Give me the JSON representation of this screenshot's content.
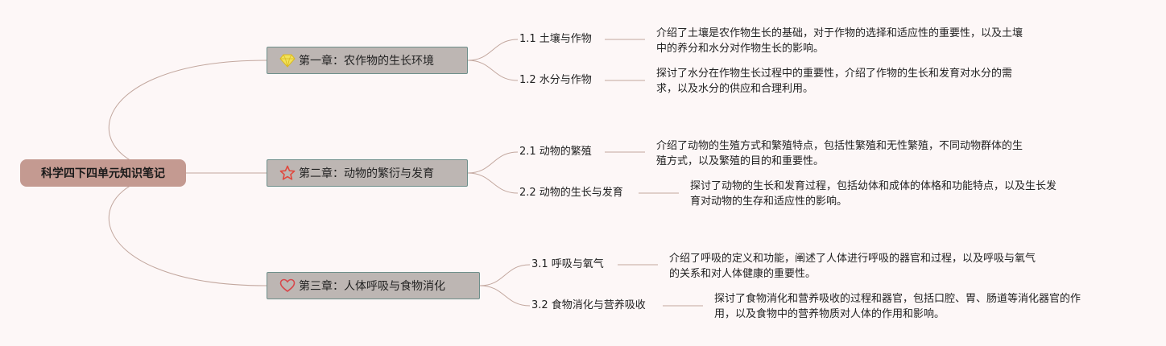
{
  "root": {
    "title": "科学四下四单元知识笔记"
  },
  "chapters": [
    {
      "title": "第一章：农作物的生长环境",
      "icon": "diamond-icon",
      "color": "#e8d540",
      "topics": [
        {
          "title": "1.1 土壤与作物",
          "desc": [
            "介绍了土壤是农作物生长的基础，对于作物的选择和适应性的重要性，以及土壤",
            "中的养分和水分对作物生长的影响。"
          ]
        },
        {
          "title": "1.2 水分与作物",
          "desc": [
            "探讨了水分在作物生长过程中的重要性，介绍了作物的生长和发育对水分的需",
            "求，以及水分的供应和合理利用。"
          ]
        }
      ]
    },
    {
      "title": "第二章：动物的繁衍与发育",
      "icon": "star-icon",
      "color": "#e0483e",
      "topics": [
        {
          "title": "2.1 动物的繁殖",
          "desc": [
            "介绍了动物的生殖方式和繁殖特点，包括性繁殖和无性繁殖，不同动物群体的生",
            "殖方式，以及繁殖的目的和重要性。"
          ]
        },
        {
          "title": "2.2 动物的生长与发育",
          "desc": [
            "探讨了动物的生长和发育过程，包括幼体和成体的体格和功能特点，以及生长发",
            "育对动物的生存和适应性的影响。"
          ]
        }
      ]
    },
    {
      "title": "第三章：人体呼吸与食物消化",
      "icon": "heart-icon",
      "color": "#d8474b",
      "topics": [
        {
          "title": "3.1 呼吸与氧气",
          "desc": [
            "介绍了呼吸的定义和功能，阐述了人体进行呼吸的器官和过程，以及呼吸与氧气",
            "的关系和对人体健康的重要性。"
          ]
        },
        {
          "title": "3.2 食物消化与营养吸收",
          "desc": [
            "探讨了食物消化和营养吸收的过程和器官，包括口腔、胃、肠道等消化器官的作",
            "用，以及食物中的营养物质对人体的作用和影响。"
          ]
        }
      ]
    }
  ],
  "colors": {
    "link": "#c2a79e",
    "root_fill": "#c49a91",
    "chapter_fill": "#bdb6b3",
    "chapter_border": "#6e8f8b",
    "background": "#fdf7f7"
  }
}
